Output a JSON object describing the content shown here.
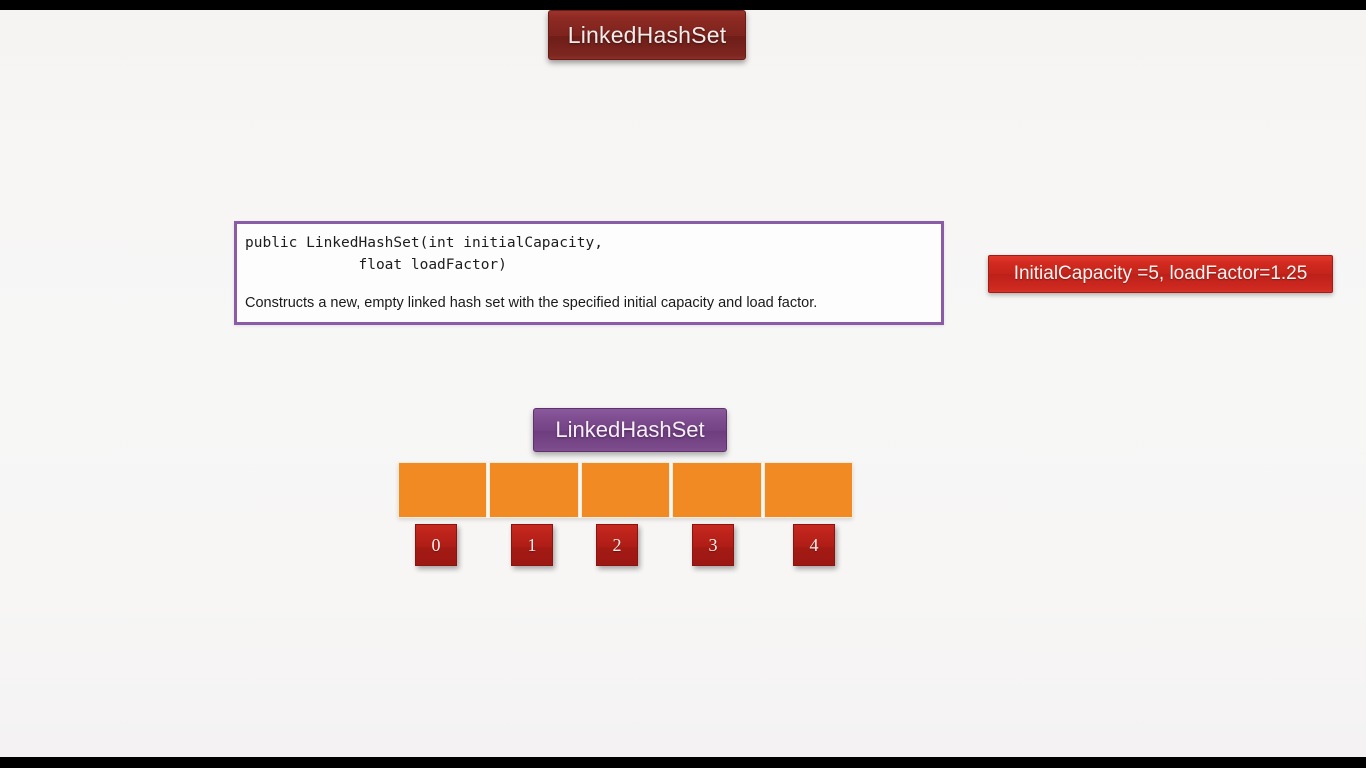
{
  "slide": {
    "title": "LinkedHashSet",
    "background_color": "#f7f6f5",
    "letterbox_color": "#000000"
  },
  "title_banner": {
    "label": "LinkedHashSet",
    "fill_color": "#8d2a23",
    "text_color": "#f4eceb"
  },
  "code_box": {
    "border_color": "#8a5ba6",
    "signature_line_1": "public LinkedHashSet(int initialCapacity,",
    "signature_line_2": "             float loadFactor)",
    "description": "Constructs a new, empty linked hash set with the specified initial capacity and load factor."
  },
  "param_callout": {
    "label": "InitialCapacity =5, loadFactor=1.25",
    "fill_color": "#c4241b",
    "text_color": "#fdf4f3",
    "initial_capacity": "5",
    "load_factor": "1.25"
  },
  "structure": {
    "label": "LinkedHashSet",
    "fill_color": "#744385",
    "text_color": "#f6eef8"
  },
  "bucket_array": {
    "cell_fill_color": "#f18a22",
    "cell_count": 5,
    "cells": [
      {
        "value": ""
      },
      {
        "value": ""
      },
      {
        "value": ""
      },
      {
        "value": ""
      },
      {
        "value": ""
      }
    ],
    "index_badge_color": "#ae1d16",
    "indices": [
      "0",
      "1",
      "2",
      "3",
      "4"
    ]
  }
}
